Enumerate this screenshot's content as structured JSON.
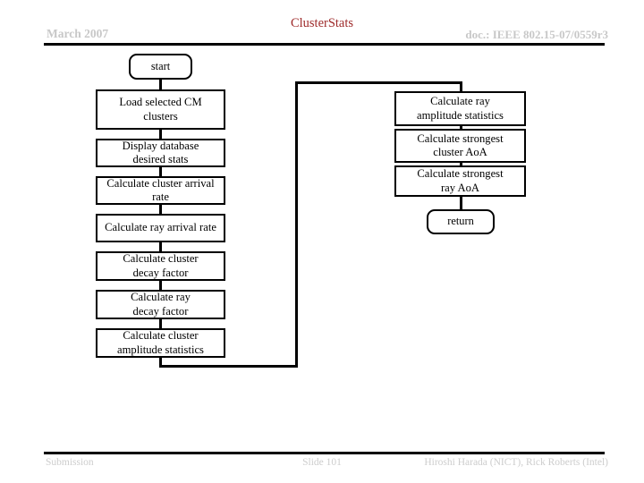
{
  "header": {
    "date": "March 2007",
    "title": "ClusterStats",
    "doc": "doc.: IEEE 802.15-07/0559r3",
    "title_color": "#9e2a2a",
    "side_color": "#c8c8c8"
  },
  "footer": {
    "left": "Submission",
    "center": "Slide 101",
    "right": "Hiroshi Harada (NICT), Rick Roberts (Intel)"
  },
  "flowchart": {
    "left_column": [
      {
        "id": "start",
        "label": "start",
        "shape": "terminal"
      },
      {
        "id": "load-cm-clusters",
        "label": "Load selected CM\nclusters",
        "shape": "process"
      },
      {
        "id": "display-database",
        "label": "Display database\ndesired stats",
        "shape": "process"
      },
      {
        "id": "cluster-arrival-rate",
        "label": "Calculate cluster arrival rate",
        "shape": "process"
      },
      {
        "id": "ray-arrival-rate",
        "label": "Calculate ray arrival rate",
        "shape": "process"
      },
      {
        "id": "cluster-decay-factor",
        "label": "Calculate cluster\ndecay factor",
        "shape": "process"
      },
      {
        "id": "ray-decay-factor",
        "label": "Calculate ray\ndecay factor",
        "shape": "process"
      },
      {
        "id": "cluster-amplitude",
        "label": "Calculate cluster\namplitude statistics",
        "shape": "process"
      }
    ],
    "right_column": [
      {
        "id": "ray-amplitude",
        "label": "Calculate ray\namplitude statistics",
        "shape": "process"
      },
      {
        "id": "strongest-cluster-aoa",
        "label": "Calculate strongest\ncluster AoA",
        "shape": "process"
      },
      {
        "id": "strongest-ray-aoa",
        "label": "Calculate strongest\nray AoA",
        "shape": "process"
      },
      {
        "id": "return",
        "label": "return",
        "shape": "terminal"
      }
    ]
  }
}
